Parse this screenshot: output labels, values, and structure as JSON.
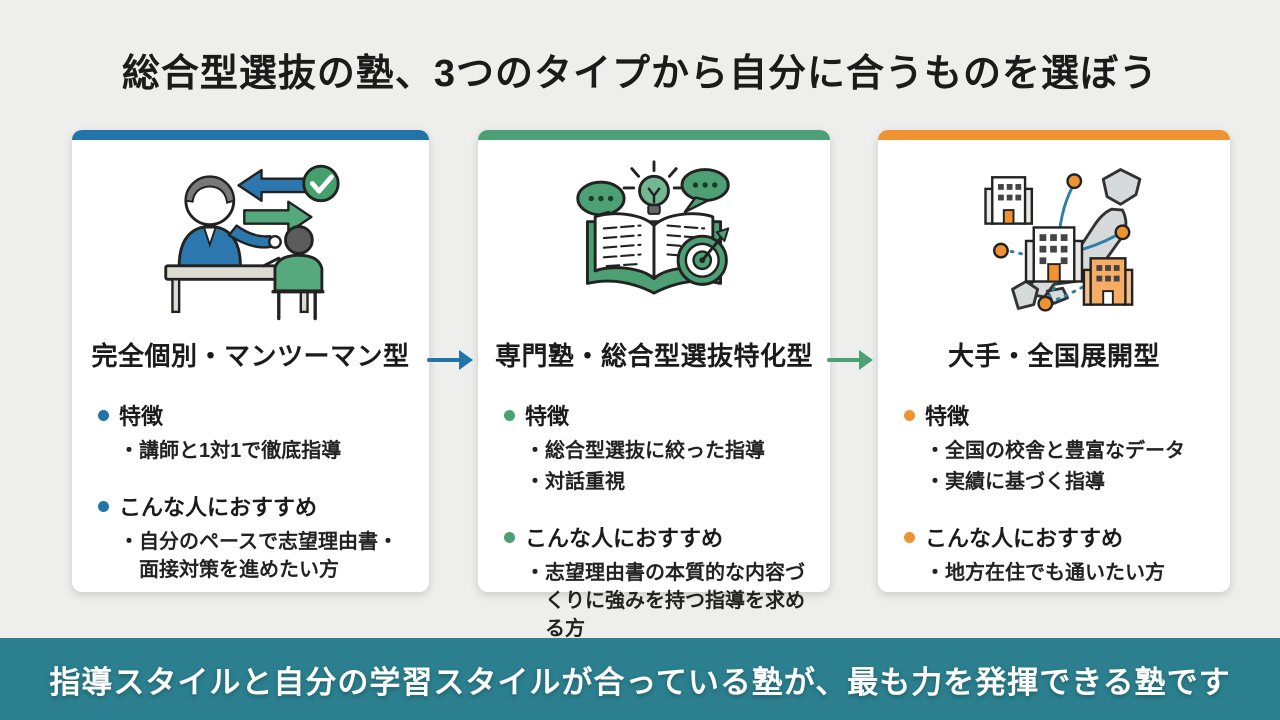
{
  "page": {
    "title": "総合型選抜の塾、3つのタイプから自分に合うものを選ぼう",
    "footer": "指導スタイルと自分の学習スタイルが合っている塾が、最も力を発揮できる塾です"
  },
  "colors": {
    "background": "#eeeeec",
    "card_background": "#ffffff",
    "footer_background": "#2b7f8e",
    "accent_blue": "#2273a8",
    "accent_green": "#4d9f74",
    "accent_orange": "#ef9332",
    "text": "#1b1b1b"
  },
  "cards": [
    {
      "title": "完全個別・マンツーマン型",
      "accent": "#2273a8",
      "icon": "teacher-student-icon",
      "sections": [
        {
          "heading": "特徴",
          "items": [
            "・講師と1対1で徹底指導"
          ]
        },
        {
          "heading": "こんな人におすすめ",
          "items": [
            "・自分のペースで志望理由書・面接対策を進めたい方"
          ]
        }
      ]
    },
    {
      "title": "専門塾・総合型選抜特化型",
      "accent": "#4d9f74",
      "icon": "book-dialogue-target-icon",
      "sections": [
        {
          "heading": "特徴",
          "items": [
            "・総合型選抜に絞った指導",
            "・対話重視"
          ]
        },
        {
          "heading": "こんな人におすすめ",
          "items": [
            "・志望理由書の本質的な内容づくりに強みを持つ指導を求める方"
          ]
        }
      ]
    },
    {
      "title": "大手・全国展開型",
      "accent": "#ef9332",
      "icon": "japan-map-network-icon",
      "sections": [
        {
          "heading": "特徴",
          "items": [
            "・全国の校舎と豊富なデータ",
            "・実績に基づく指導"
          ]
        },
        {
          "heading": "こんな人におすすめ",
          "items": [
            "・地方在住でも通いたい方"
          ]
        }
      ]
    }
  ]
}
